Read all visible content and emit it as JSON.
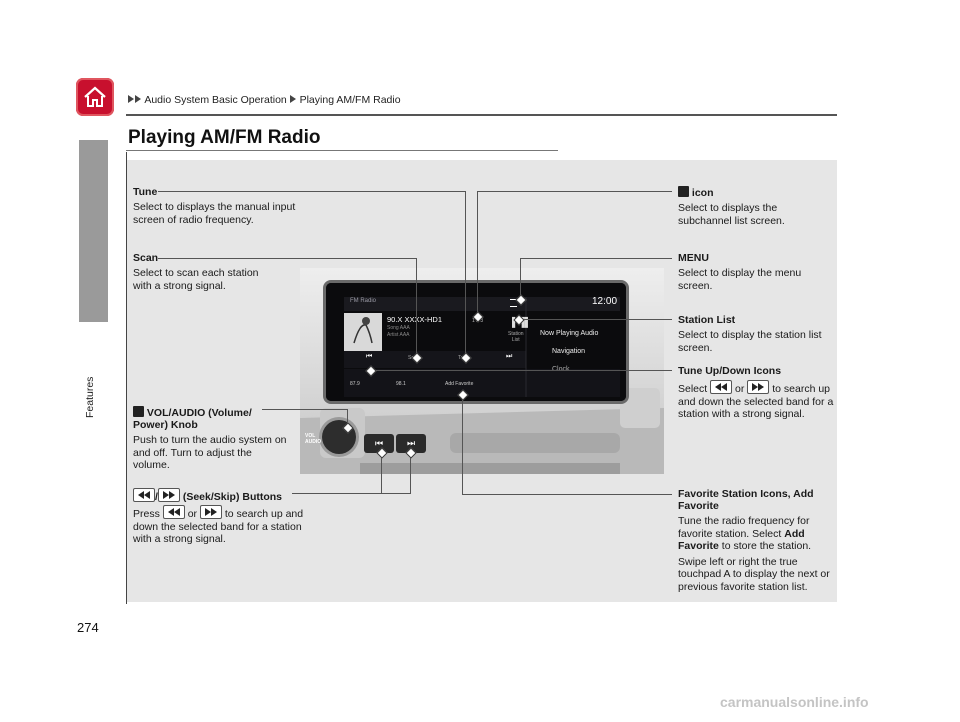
{
  "header": {
    "breadcrumb_1": "Audio System Basic Operation",
    "breadcrumb_2": "Playing AM/FM Radio",
    "title": "Playing AM/FM Radio"
  },
  "sidebar": {
    "section_label": "Features"
  },
  "page_number": "274",
  "screen": {
    "source_label": "FM Radio",
    "clock": "12:00",
    "station_name": "90.X XXXX-HD1",
    "song": "Song AAA",
    "artist": "Artist AAA",
    "scan_label": "Scan",
    "tune_label": "Tune",
    "hd_label": "1 2 3",
    "station_list_label_1": "Station",
    "station_list_label_2": "List",
    "menu_items": [
      "Now Playing Audio",
      "Navigation",
      "Clock"
    ],
    "favorites": [
      "87.9",
      "98.1",
      "Add Favorite"
    ]
  },
  "knob": {
    "label_1": "VOL",
    "label_2": "AUDIO"
  },
  "annotations": {
    "tune": {
      "head": "Tune",
      "text": "Select to displays the manual input screen of radio frequency."
    },
    "scan": {
      "head": "Scan",
      "text": "Select to scan each station with a strong signal."
    },
    "vol": {
      "head_1": "VOL/AUDIO (Volume/",
      "head_2": "Power) Knob",
      "text": "Push to turn the audio system on and off. Turn to adjust the volume."
    },
    "seek": {
      "sep": "/",
      "head": "(Seek/Skip) Buttons",
      "text_1": "Press",
      "text_2": "or",
      "text_3": "to search up and down the selected band for a station with a strong signal."
    },
    "icon": {
      "head": "icon",
      "text": "Select to displays the subchannel list screen."
    },
    "menu": {
      "head": "MENU",
      "text": "Select to display the menu screen."
    },
    "station_list": {
      "head": "Station List",
      "text": "Select to display the station list screen."
    },
    "tune_updown": {
      "head": "Tune Up/Down Icons",
      "text_1": "Select",
      "text_2": "or",
      "text_3": "to search up and down the selected band for a station with a strong signal."
    },
    "favorite": {
      "head_1": "Favorite Station Icons, Add",
      "head_2": "Favorite",
      "text_1": "Tune the radio frequency for favorite station. Select",
      "text_bold": "Add Favorite",
      "text_2": "to store the station.",
      "text_3": "Swipe left or right the true touchpad A to display the next or previous favorite station list."
    }
  },
  "watermark": "carmanualsonline.info"
}
